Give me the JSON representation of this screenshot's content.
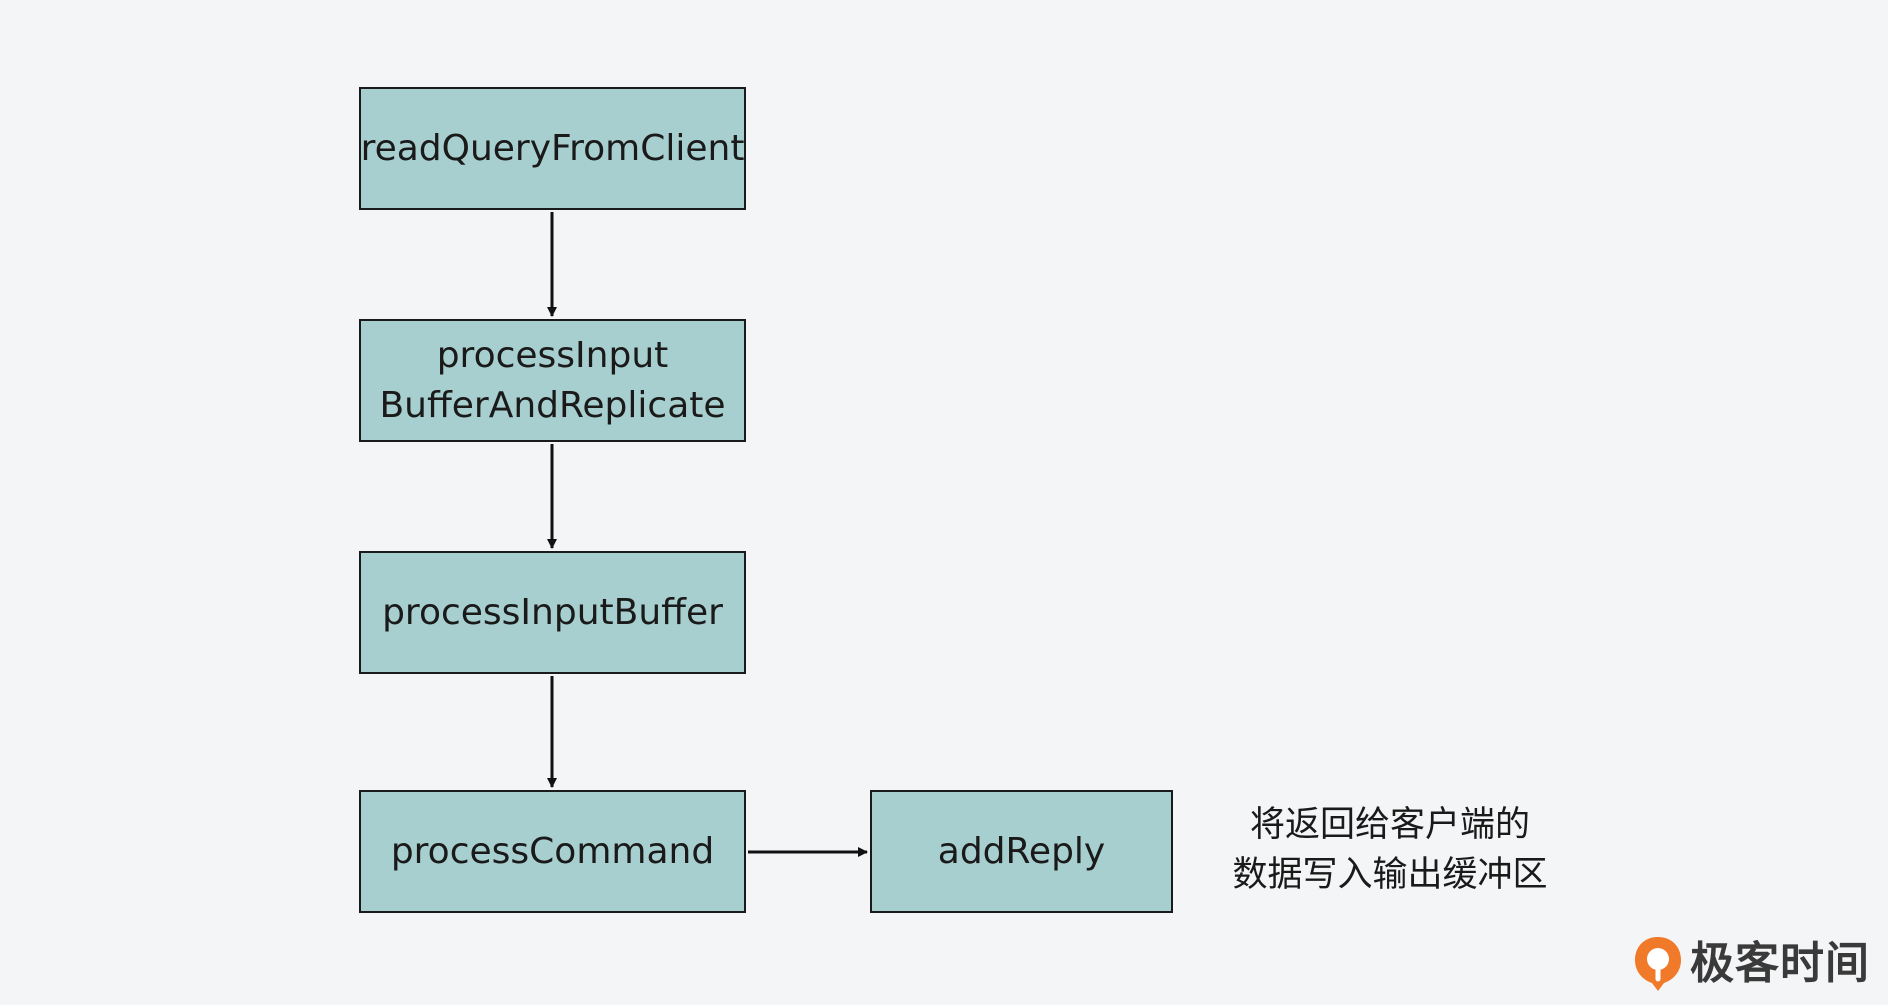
{
  "nodes": [
    {
      "id": "n1",
      "label": "readQueryFromClient"
    },
    {
      "id": "n2",
      "label": "processInput\nBufferAndReplicate"
    },
    {
      "id": "n3",
      "label": "processInputBuffer"
    },
    {
      "id": "n4",
      "label": "processCommand"
    },
    {
      "id": "n5",
      "label": "addReply"
    }
  ],
  "edges": [
    {
      "from": "n1",
      "to": "n2"
    },
    {
      "from": "n2",
      "to": "n3"
    },
    {
      "from": "n3",
      "to": "n4"
    },
    {
      "from": "n4",
      "to": "n5"
    }
  ],
  "note": "将返回给客户端的\n数据写入输出缓冲区",
  "logo": {
    "text": "极客时间",
    "mark_icon": "geektime-logo-icon",
    "mark_color": "#f07a2a"
  },
  "colors": {
    "background": "#f4f5f7",
    "node_fill": "#a8cfcf",
    "node_border": "#1a1a1a",
    "arrow": "#111111"
  }
}
